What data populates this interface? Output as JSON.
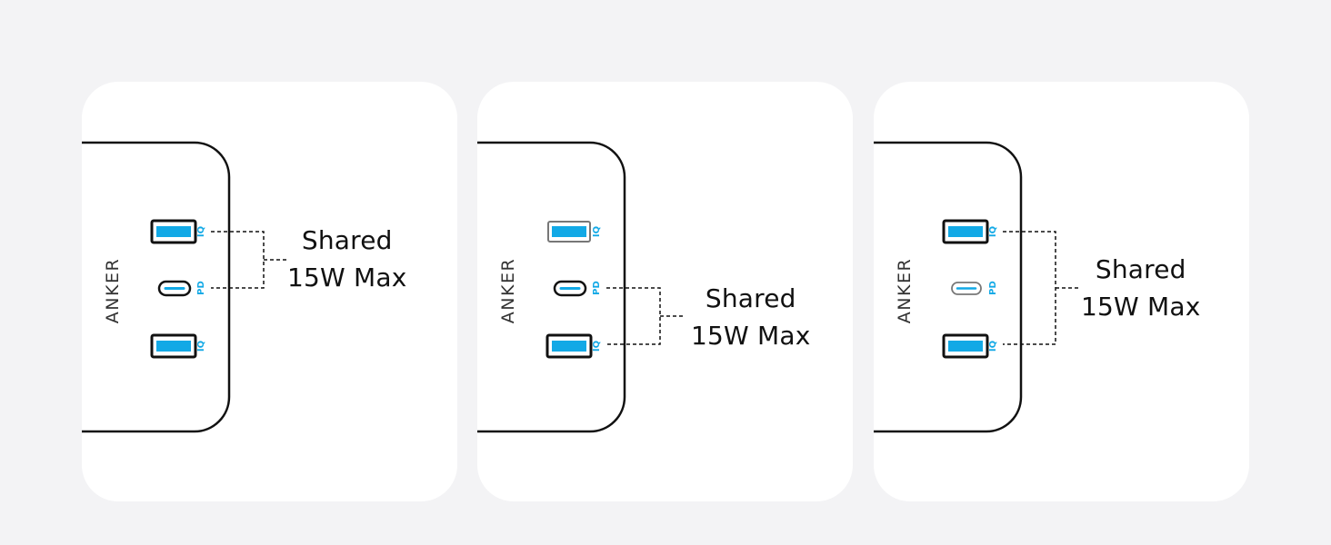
{
  "brand": "ANKER",
  "port_labels": {
    "usb_a": "IQ",
    "usb_c": "PD"
  },
  "colors": {
    "accent": "#12a9e6",
    "outline": "#111111",
    "card": "#ffffff",
    "background": "#f3f3f5"
  },
  "icons": [
    "charger-body",
    "usb-a-port-icon",
    "usb-c-port-icon",
    "bolt-icon",
    "bracket-connector"
  ],
  "panels": [
    {
      "shared_ports": [
        "usb-a-top",
        "usb-c-middle"
      ],
      "label_line1": "Shared",
      "label_line2": "15W Max"
    },
    {
      "shared_ports": [
        "usb-c-middle",
        "usb-a-bottom"
      ],
      "label_line1": "Shared",
      "label_line2": "15W Max"
    },
    {
      "shared_ports": [
        "usb-a-top",
        "usb-a-bottom"
      ],
      "label_line1": "Shared",
      "label_line2": "15W Max"
    }
  ]
}
